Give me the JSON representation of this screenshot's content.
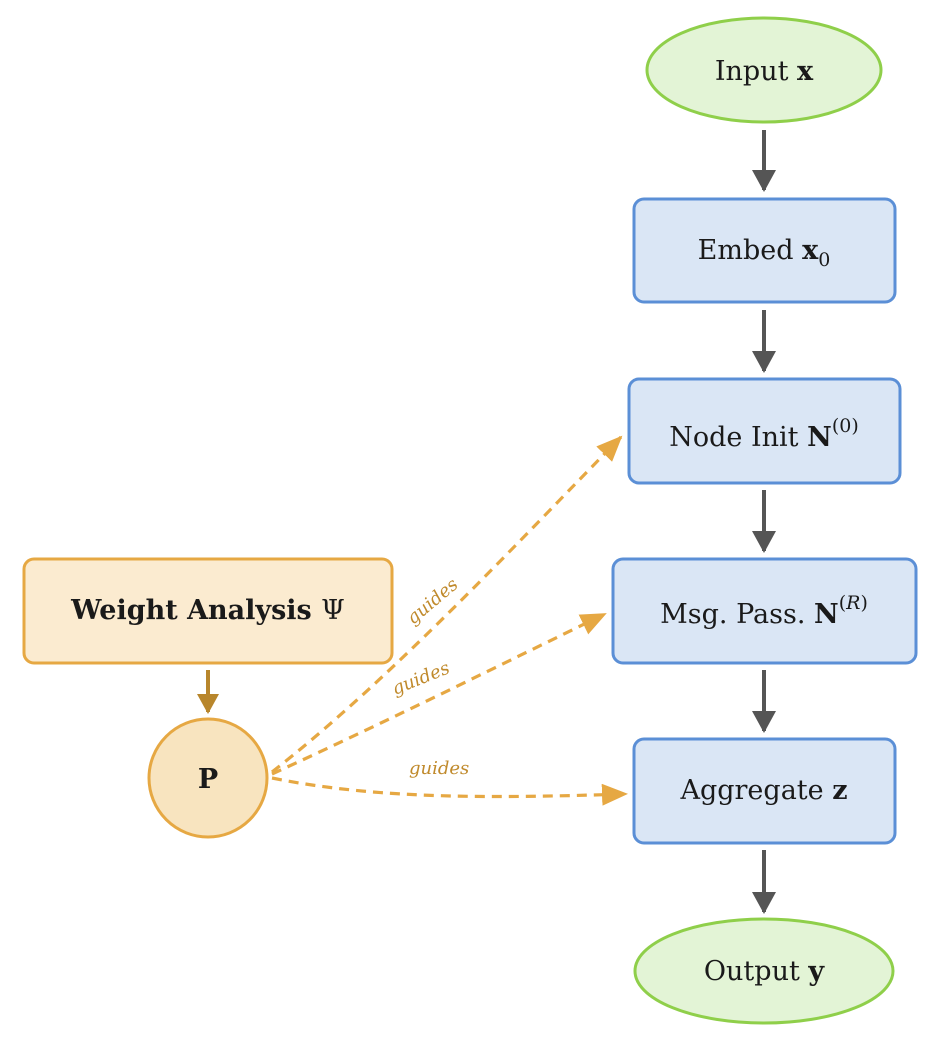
{
  "nodes": {
    "input": {
      "text": "Input ",
      "math": "x"
    },
    "embed": {
      "text": "Embed ",
      "math": "x",
      "sub": "0"
    },
    "node_init": {
      "text": "Node Init ",
      "math": "N",
      "sup": "(0)"
    },
    "msg_pass": {
      "text": "Msg. Pass. ",
      "math": "N",
      "sup_open": "(",
      "sup_var": "R",
      "sup_close": ")"
    },
    "aggregate": {
      "text": "Aggregate ",
      "math": "z"
    },
    "output": {
      "text": "Output ",
      "math": "y"
    },
    "weight_analysis": {
      "text": "Weight Analysis ",
      "math": "Ψ"
    },
    "p": {
      "math": "P"
    }
  },
  "edge_labels": {
    "guides_1": "guides",
    "guides_2": "guides",
    "guides_3": "guides"
  },
  "colors": {
    "terminal_fill": "#e3f4d6",
    "terminal_stroke": "#8fcf4a",
    "process_fill": "#dae6f5",
    "process_stroke": "#5b8fd6",
    "analysis_fill": "#fbebd0",
    "analysis_stroke": "#e6a843",
    "p_fill": "#f8e4bf",
    "arrow_main": "#555555",
    "arrow_guide": "#e6a843",
    "arrow_p": "#b8862c"
  }
}
